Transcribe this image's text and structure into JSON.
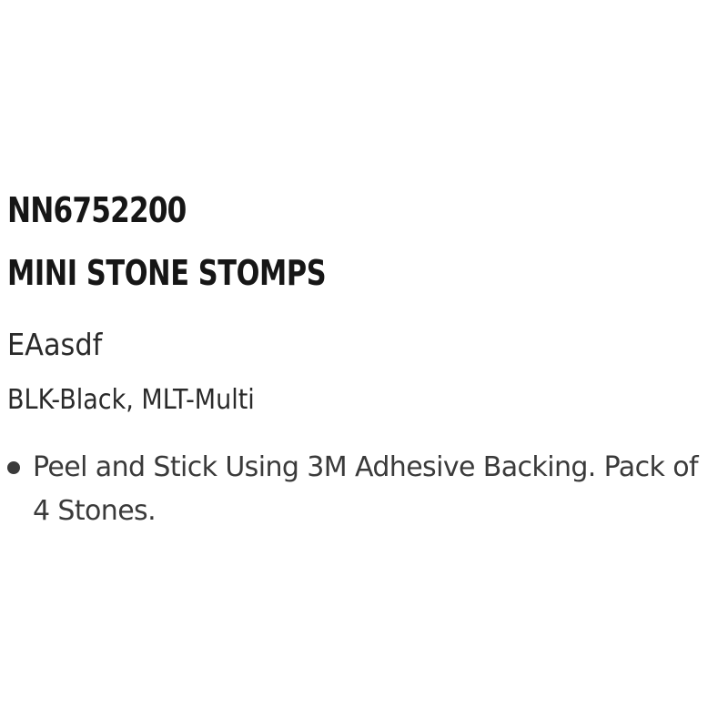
{
  "product": {
    "sku": "NN6752200",
    "name": "MINI STONE STOMPS",
    "subtitle": "EAasdf",
    "colors": "BLK-Black, MLT-Multi",
    "features": [
      "Peel and Stick Using 3M Adhesive Backing. Pack of 4 Stones."
    ]
  },
  "colors": {
    "text_primary": "#161616",
    "text_secondary": "#2a2a2a",
    "text_body": "#3a3a3a",
    "background": "#ffffff"
  }
}
